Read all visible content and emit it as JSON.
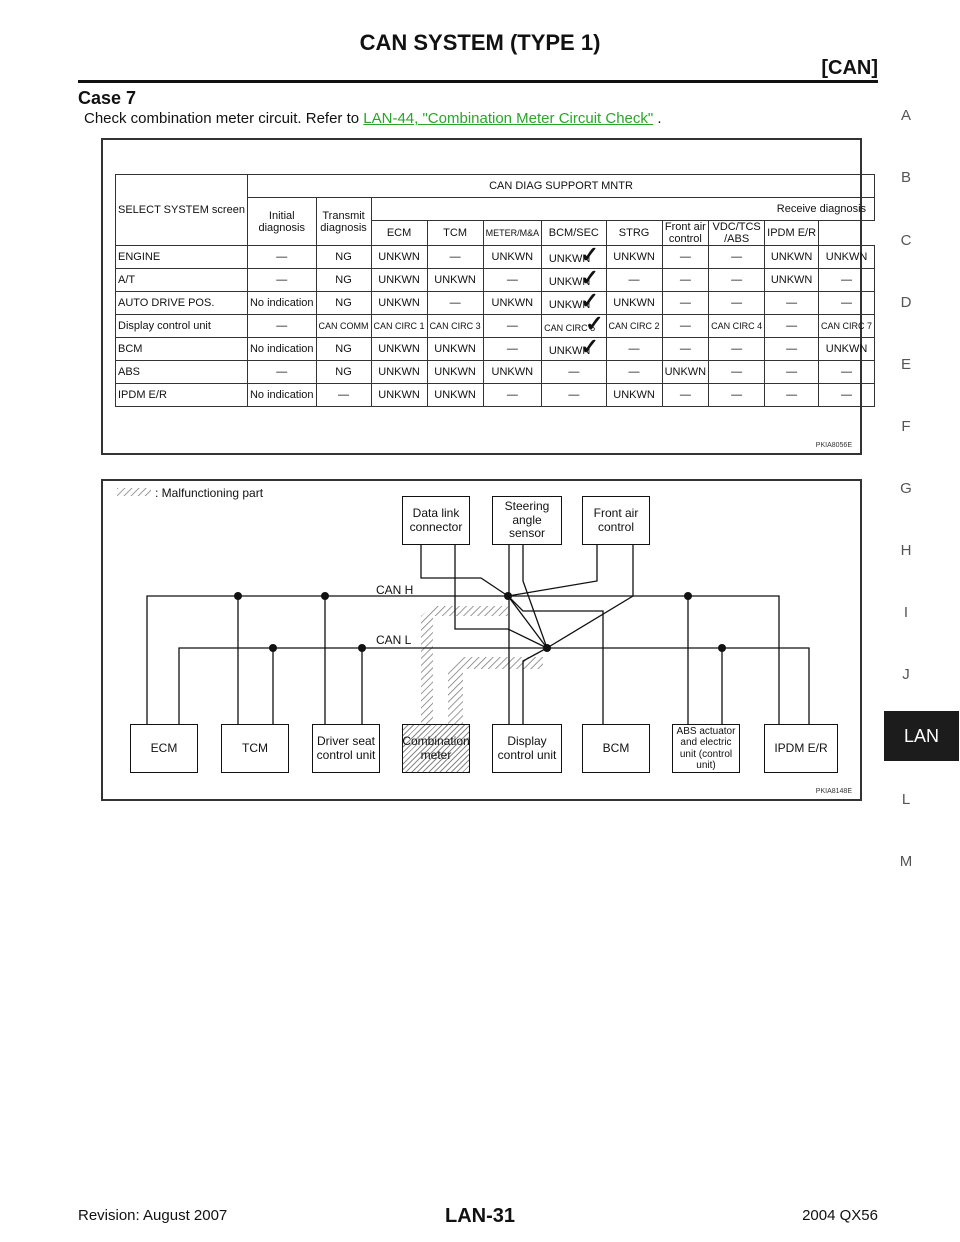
{
  "header": {
    "title": "CAN SYSTEM (TYPE 1)",
    "section": "[CAN]"
  },
  "case": {
    "heading": "Case 7",
    "instruction_prefix": "Check combination meter circuit. Refer to ",
    "link": "LAN-44, \"Combination Meter Circuit Check\"",
    "instruction_suffix": " ."
  },
  "side_index": [
    "A",
    "B",
    "C",
    "D",
    "E",
    "F",
    "G",
    "H",
    "I",
    "J",
    "LAN",
    "L",
    "M"
  ],
  "table": {
    "corner": "SELECT SYSTEM screen",
    "group": "CAN DIAG SUPPORT MNTR",
    "col_initial": "Initial diagnosis",
    "col_transmit": "Transmit diagnosis",
    "receive_group": "Receive diagnosis",
    "receive_cols": [
      "ECM",
      "TCM",
      "METER/M&A",
      "BCM/SEC",
      "STRG",
      "Front air control",
      "VDC/TCS /ABS",
      "IPDM E/R"
    ],
    "rows": [
      {
        "name": "ENGINE",
        "cells": [
          "—",
          "NG",
          "UNKWN",
          "—",
          "UNKWN",
          "UNKWN",
          "UNKWN",
          "—",
          "—",
          "UNKWN",
          "UNKWN"
        ]
      },
      {
        "name": "A/T",
        "cells": [
          "—",
          "NG",
          "UNKWN",
          "UNKWN",
          "—",
          "UNKWN",
          "—",
          "—",
          "—",
          "UNKWN",
          "—"
        ]
      },
      {
        "name": "AUTO DRIVE POS.",
        "cells": [
          "No indication",
          "NG",
          "UNKWN",
          "—",
          "UNKWN",
          "UNKWN",
          "UNKWN",
          "—",
          "—",
          "—",
          "—"
        ]
      },
      {
        "name": "Display control unit",
        "cells": [
          "—",
          "CAN COMM",
          "CAN CIRC 1",
          "CAN CIRC 3",
          "—",
          "CAN CIRC 5",
          "CAN CIRC 2",
          "—",
          "CAN CIRC 4",
          "—",
          "CAN CIRC 7"
        ]
      },
      {
        "name": "BCM",
        "cells": [
          "No indication",
          "NG",
          "UNKWN",
          "UNKWN",
          "—",
          "UNKWN",
          "—",
          "—",
          "—",
          "—",
          "UNKWN"
        ]
      },
      {
        "name": "ABS",
        "cells": [
          "—",
          "NG",
          "UNKWN",
          "UNKWN",
          "UNKWN",
          "—",
          "—",
          "UNKWN",
          "—",
          "—",
          "—"
        ]
      },
      {
        "name": "IPDM E/R",
        "cells": [
          "No indication",
          "—",
          "UNKWN",
          "UNKWN",
          "—",
          "—",
          "UNKWN",
          "—",
          "—",
          "—",
          "—"
        ]
      }
    ],
    "figure_code": "PKIA8056E"
  },
  "diagram": {
    "legend": ": Malfunctioning part",
    "can_h": "CAN H",
    "can_l": "CAN L",
    "top_units": [
      "Data link connector",
      "Steering angle sensor",
      "Front air control"
    ],
    "bottom_units": [
      "ECM",
      "TCM",
      "Driver seat control unit",
      "Combination meter",
      "Display control unit",
      "BCM",
      "ABS actuator and electric unit (control unit)",
      "IPDM E/R"
    ],
    "malfunctioning": "Combination meter",
    "figure_code": "PKIA8148E"
  },
  "footer": {
    "revision": "Revision: August 2007",
    "page": "LAN-31",
    "model": "2004 QX56"
  }
}
